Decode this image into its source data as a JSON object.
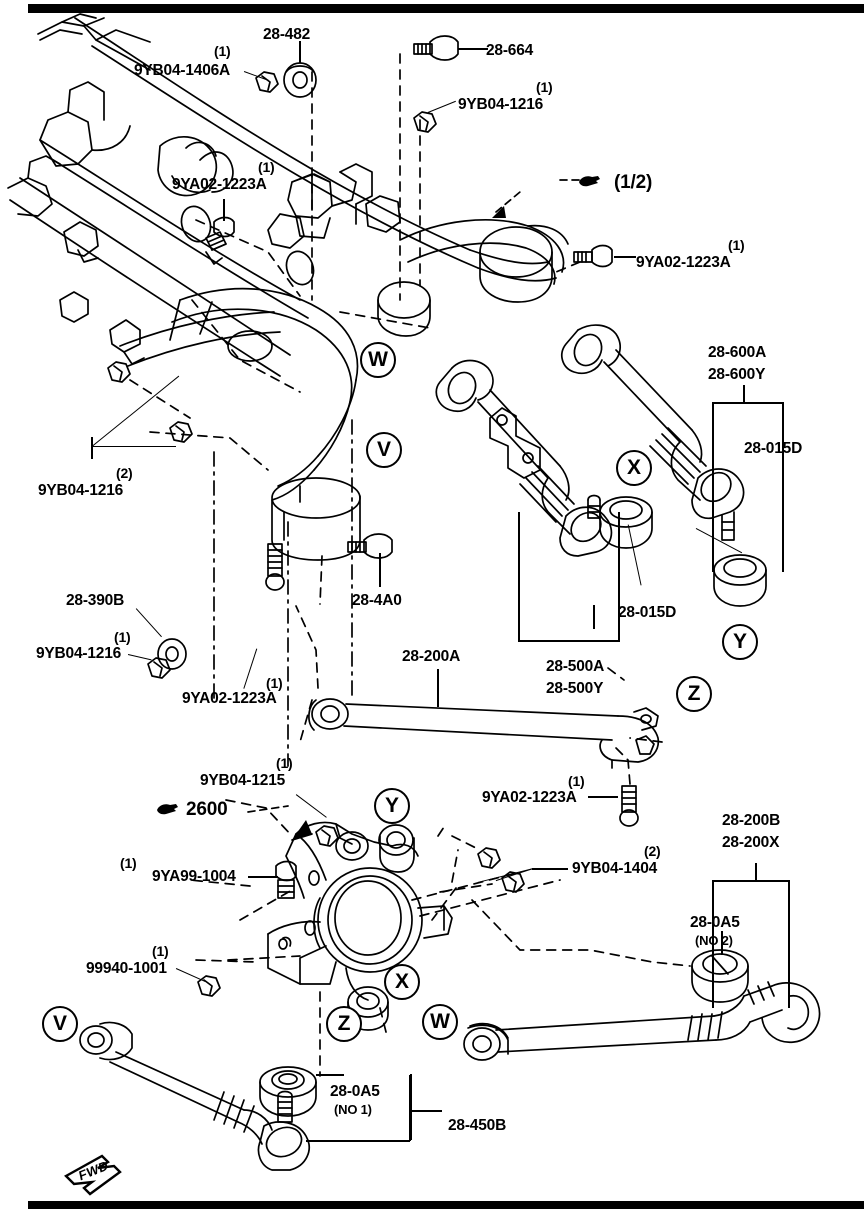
{
  "diagram": {
    "title": "Front Suspension / Steering Linkage Parts Diagram",
    "orientation_marker": "FWD",
    "line_color": "#000000",
    "background_color": "#ffffff"
  },
  "labels": {
    "l_28_482": "28-482",
    "l_9YB04_1406A": "9YB04-1406A",
    "q_9YB04_1406A": "(1)",
    "l_28_664": "28-664",
    "l_9YB04_1216_top": "9YB04-1216",
    "q_9YB04_1216_top": "(1)",
    "l_half": "(1/2)",
    "l_9YA02_1223A_topleft": "9YA02-1223A",
    "q_9YA02_1223A_topleft": "(1)",
    "l_9YA02_1223A_topright": "9YA02-1223A",
    "q_9YA02_1223A_topright": "(1)",
    "l_9YB04_1216_left": "9YB04-1216",
    "q_9YB04_1216_left": "(2)",
    "l_28_390B": "28-390B",
    "l_9YB04_1216_lower": "9YB04-1216",
    "q_9YB04_1216_lower": "(1)",
    "l_9YA02_1223A_left": "9YA02-1223A",
    "q_9YA02_1223A_left": "(1)",
    "l_28_4A0": "28-4A0",
    "l_28_600A": "28-600A",
    "l_28_600Y": "28-600Y",
    "l_28_015D_right": "28-015D",
    "l_28_015D_mid": "28-015D",
    "l_28_500A": "28-500A",
    "l_28_500Y": "28-500Y",
    "l_28_200A": "28-200A",
    "l_9YA02_1223A_mid": "9YA02-1223A",
    "q_9YA02_1223A_mid": "(1)",
    "l_9YB04_1215": "9YB04-1215",
    "q_9YB04_1215": "(1)",
    "l_2600": "2600",
    "l_9YA99_1004": "9YA99-1004",
    "q_9YA99_1004": "(1)",
    "l_99940_1001": "99940-1001",
    "q_99940_1001": "(1)",
    "l_9YB04_1404": "9YB04-1404",
    "q_9YB04_1404": "(2)",
    "l_28_200B": "28-200B",
    "l_28_200X": "28-200X",
    "l_28_0A5_no2": "28-0A5",
    "l_no2": "(NO 2)",
    "l_28_0A5_no1": "28-0A5",
    "l_no1": "(NO 1)",
    "l_28_450B": "28-450B",
    "fwd": "FWD"
  },
  "callouts": [
    {
      "id": "W-upper",
      "letter": "W"
    },
    {
      "id": "V-upper",
      "letter": "V"
    },
    {
      "id": "X-upper",
      "letter": "X"
    },
    {
      "id": "Y-upper",
      "letter": "Y"
    },
    {
      "id": "Z-mid",
      "letter": "Z"
    },
    {
      "id": "Y-lower",
      "letter": "Y"
    },
    {
      "id": "X-lower",
      "letter": "X"
    },
    {
      "id": "Z-lower",
      "letter": "Z"
    },
    {
      "id": "W-lower",
      "letter": "W"
    },
    {
      "id": "V-lower",
      "letter": "V"
    }
  ]
}
